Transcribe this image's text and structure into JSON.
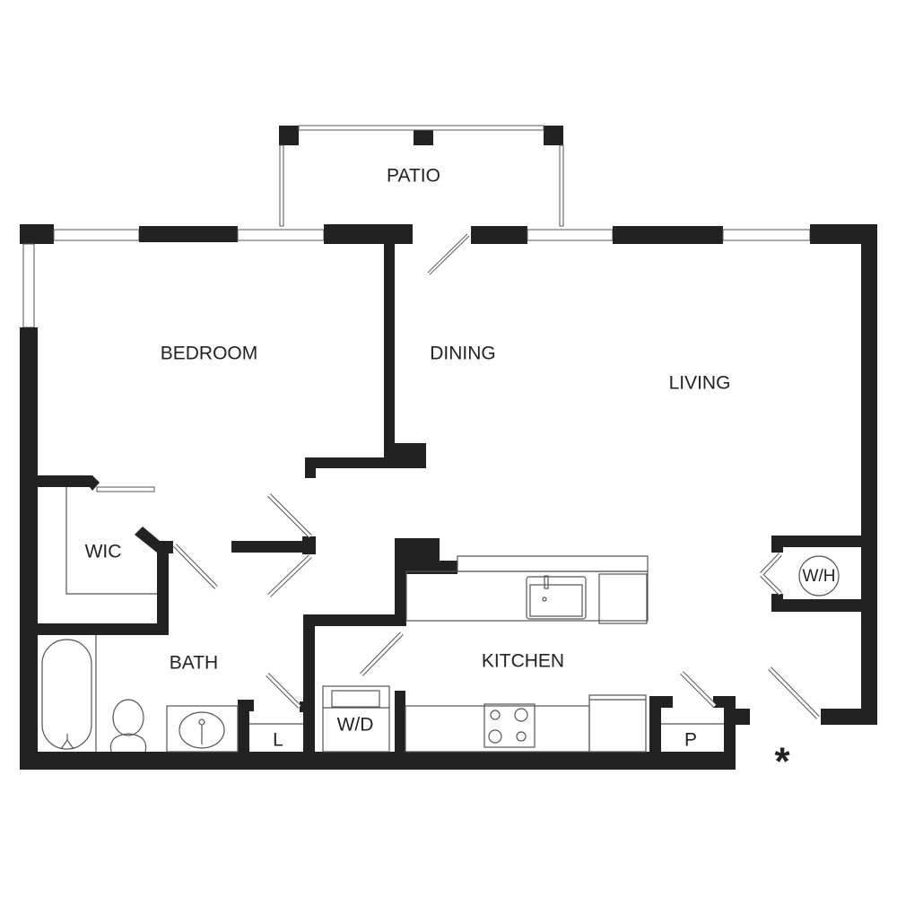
{
  "rooms": {
    "patio": "PATIO",
    "bedroom": "BEDROOM",
    "dining": "DINING",
    "living": "LIVING",
    "wic": "WIC",
    "bath": "BATH",
    "kitchen": "KITCHEN",
    "washer_dryer": "W/D",
    "linen": "L",
    "pantry": "P",
    "water_heater": "W/H"
  },
  "marker": "*",
  "colors": {
    "wall": "#222222",
    "background": "#ffffff"
  }
}
